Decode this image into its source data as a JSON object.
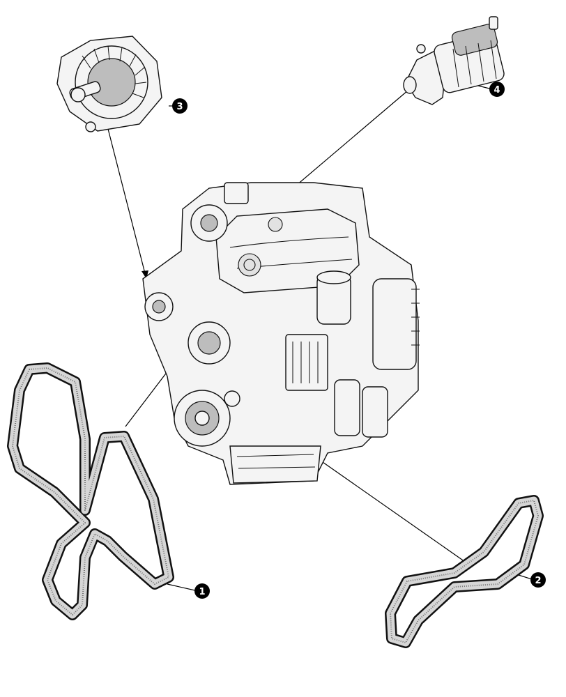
{
  "callouts": [
    {
      "id": "belt-large",
      "label": "1"
    },
    {
      "id": "belt-small",
      "label": "2"
    },
    {
      "id": "alternator",
      "label": "3"
    },
    {
      "id": "starter-motor",
      "label": "4"
    }
  ],
  "colors": {
    "line": "#000000",
    "badge": "#000000",
    "badge_text": "#ffffff",
    "belt_fill": "#d6d6d6"
  },
  "icons": [
    "alternator-icon",
    "starter-motor-icon",
    "engine-icon",
    "belt-icon"
  ]
}
